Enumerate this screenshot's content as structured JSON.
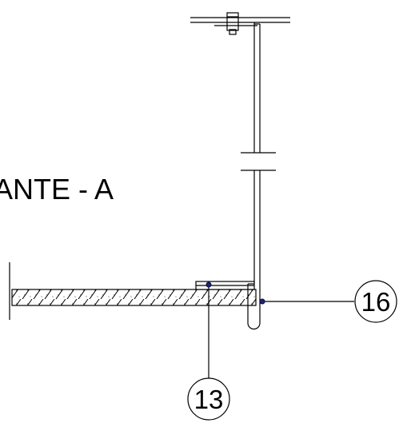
{
  "section_label": "ANTE - A",
  "callouts": {
    "left": "13",
    "right": "16"
  },
  "colors": {
    "line": "#000000",
    "node": "#1a237e",
    "background": "#ffffff"
  }
}
